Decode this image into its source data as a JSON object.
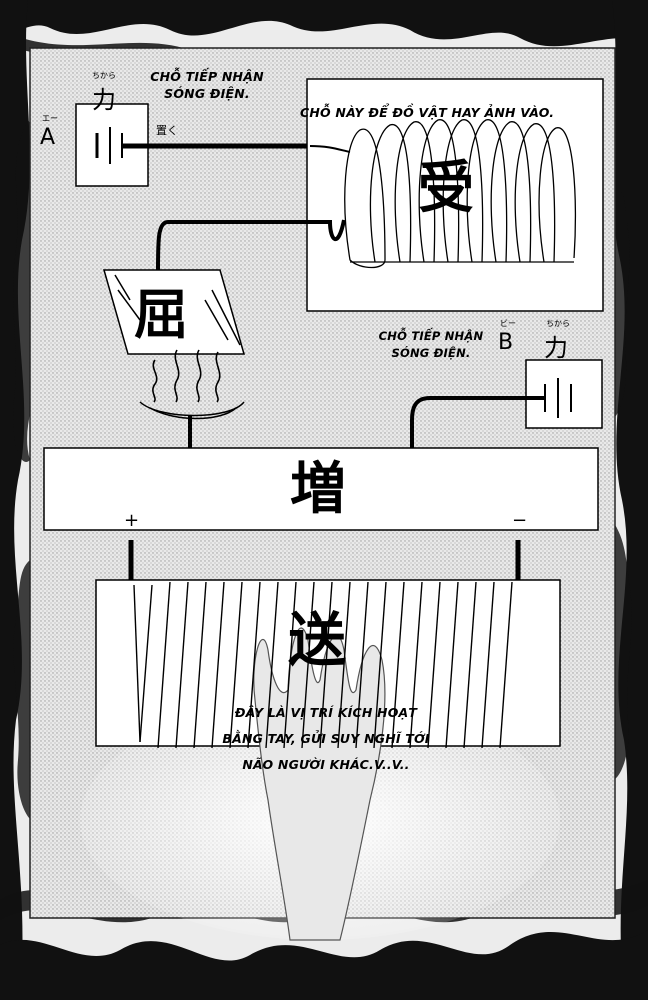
{
  "panel": {
    "ground_a": {
      "letter": "A",
      "letter_ruby": "エー",
      "kanji": "力",
      "kanji_ruby": "ちから",
      "sub": "置く",
      "caption": [
        "CHỖ TIẾP NHẬN",
        "SÓNG ĐIỆN."
      ]
    },
    "receiver": {
      "caption": "CHỖ NÀY ĐỂ ĐỒ VẬT HAY ẢNH VÀO.",
      "kanji": "受"
    },
    "bend": {
      "kanji": "屈"
    },
    "ground_b": {
      "letter": "B",
      "letter_ruby": "ビー",
      "kanji": "力",
      "kanji_ruby": "ちから",
      "caption": [
        "CHỖ TIẾP NHẬN",
        "SÓNG ĐIỆN."
      ]
    },
    "amplifier": {
      "kanji": "増",
      "plus": "+",
      "minus": "−"
    },
    "sender": {
      "kanji": "送",
      "caption": [
        "ĐÂY LÀ VỊ TRÍ KÍCH HOẠT",
        "BẰNG TAY, GỬI SUY NGHĨ TỚI",
        "NÃO NGƯỜI KHÁC.V..V.."
      ]
    }
  }
}
